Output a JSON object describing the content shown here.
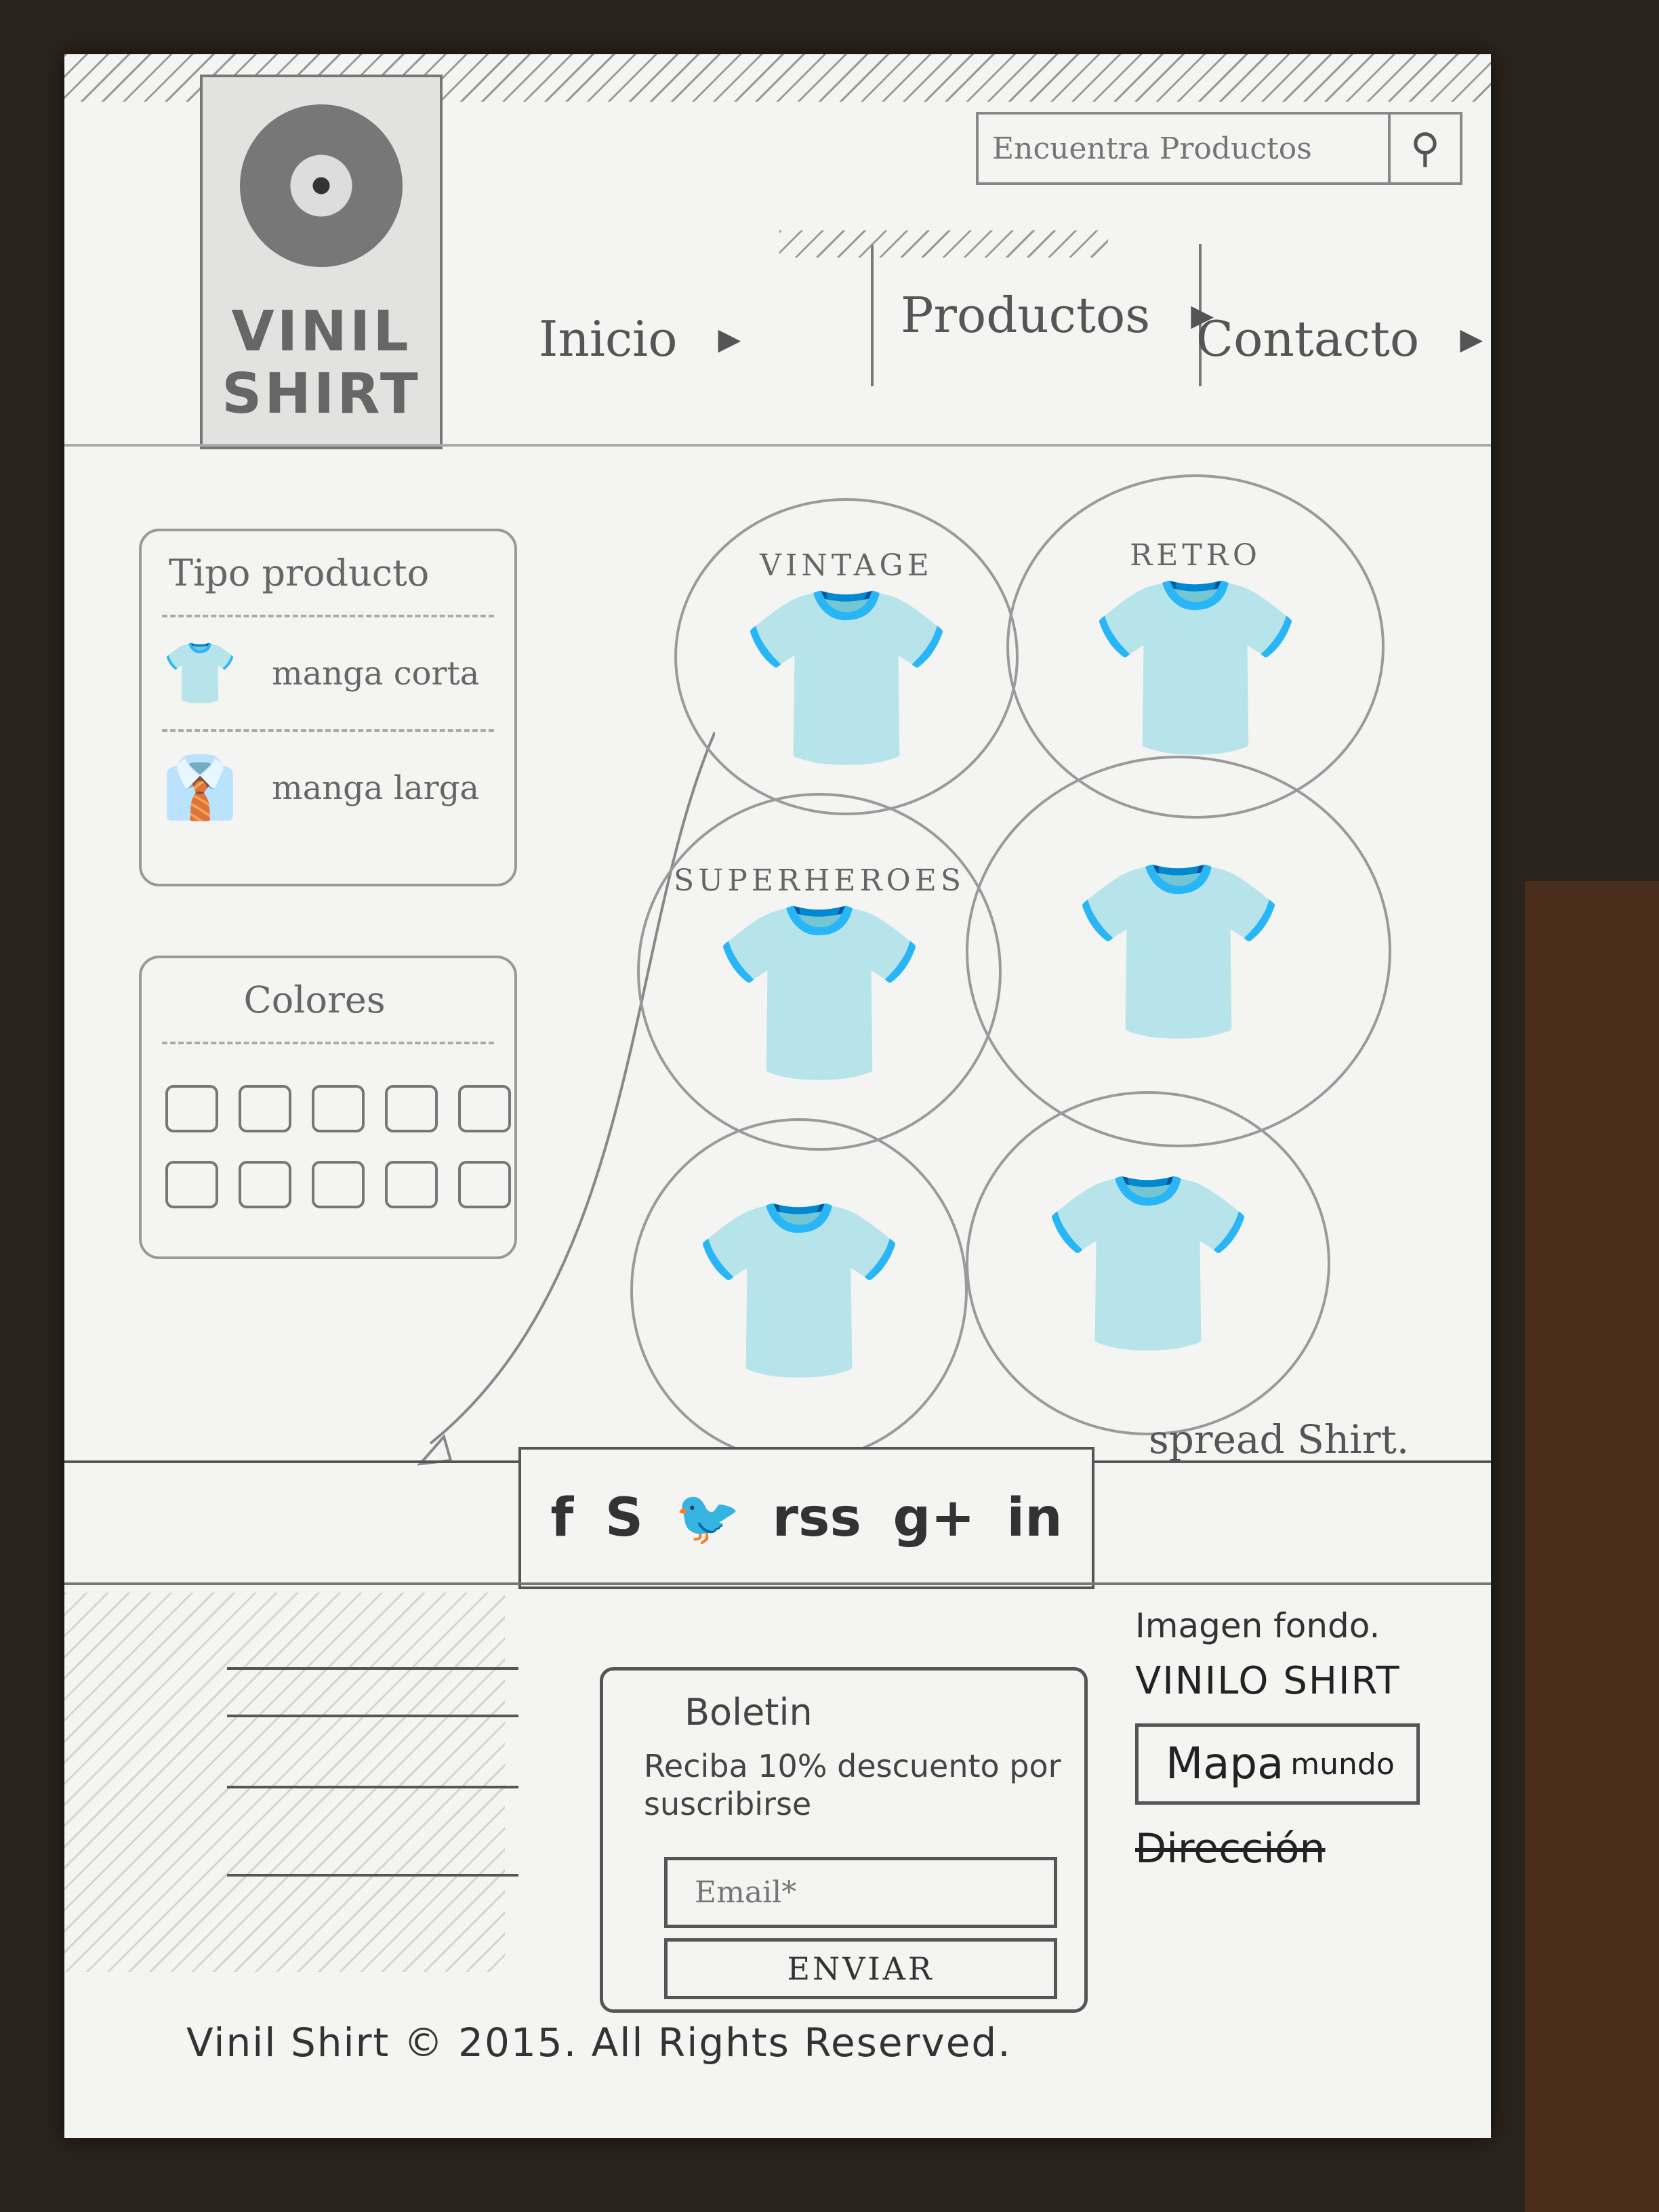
{
  "header": {
    "logo_text": "VINIL SHIRT",
    "search_placeholder": "Encuentra Productos",
    "nav": [
      {
        "label": "Inicio"
      },
      {
        "label": "Productos"
      },
      {
        "label": "Contacto"
      }
    ]
  },
  "filters": {
    "type_title": "Tipo producto",
    "types": [
      "manga corta",
      "manga larga"
    ],
    "colors_title": "Colores"
  },
  "products": {
    "categories": [
      "VINTAGE",
      "RETRO",
      "SUPERHEROES",
      "",
      "",
      ""
    ]
  },
  "footer": {
    "spread_label": "spread Shirt.",
    "social": [
      "f",
      "S",
      "🐦",
      "rss",
      "g+",
      "in"
    ],
    "newsletter": {
      "title": "Boletin",
      "text": "Reciba 10% descuento por suscribirse",
      "email_placeholder": "Email*",
      "submit_label": "ENVIAR"
    },
    "note_image": "Imagen fondo.",
    "note_brand": "VINILO SHIRT",
    "map_label": "Mapa",
    "map_suffix": "mundo",
    "address_label": "Dirección",
    "copyright": "Vinil Shirt © 2015. All Rights Reserved."
  }
}
